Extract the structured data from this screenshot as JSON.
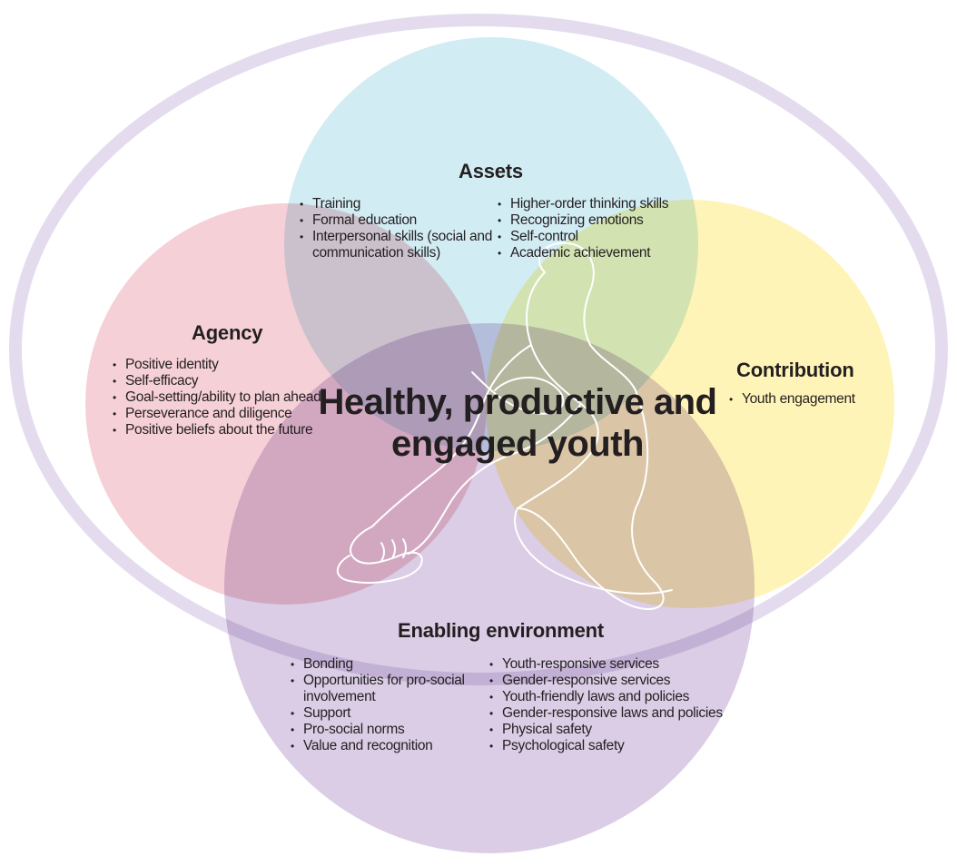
{
  "center_title": "Healthy, productive and engaged youth",
  "circles": {
    "assets": {
      "title": "Assets",
      "color": "#cdeaf2",
      "col1": [
        "Training",
        "Formal education",
        "Interpersonal skills (social and communication skills)"
      ],
      "col2": [
        "Higher-order thinking skills",
        "Recognizing emotions",
        "Self-control",
        "Academic achievement"
      ]
    },
    "agency": {
      "title": "Agency",
      "color": "#f4c8d0",
      "items": [
        "Positive identity",
        "Self-efficacy",
        "Goal-setting/ability to plan ahead",
        "Perseverance and diligence",
        "Positive beliefs about the future"
      ]
    },
    "contribution": {
      "title": "Contribution",
      "color": "#fff3b0",
      "items": [
        "Youth engagement"
      ]
    },
    "enabling": {
      "title": "Enabling environment",
      "color": "#cdbcdc",
      "col1": [
        "Bonding",
        "Opportunities for pro-social involvement",
        "Support",
        "Pro-social norms",
        "Value and recognition"
      ],
      "col2": [
        "Youth-responsive services",
        "Gender-responsive services",
        "Youth-friendly laws and policies",
        "Gender-responsive laws and policies",
        "Physical safety",
        "Psychological safety"
      ]
    }
  },
  "outer_ring_color": "#e4dcee"
}
